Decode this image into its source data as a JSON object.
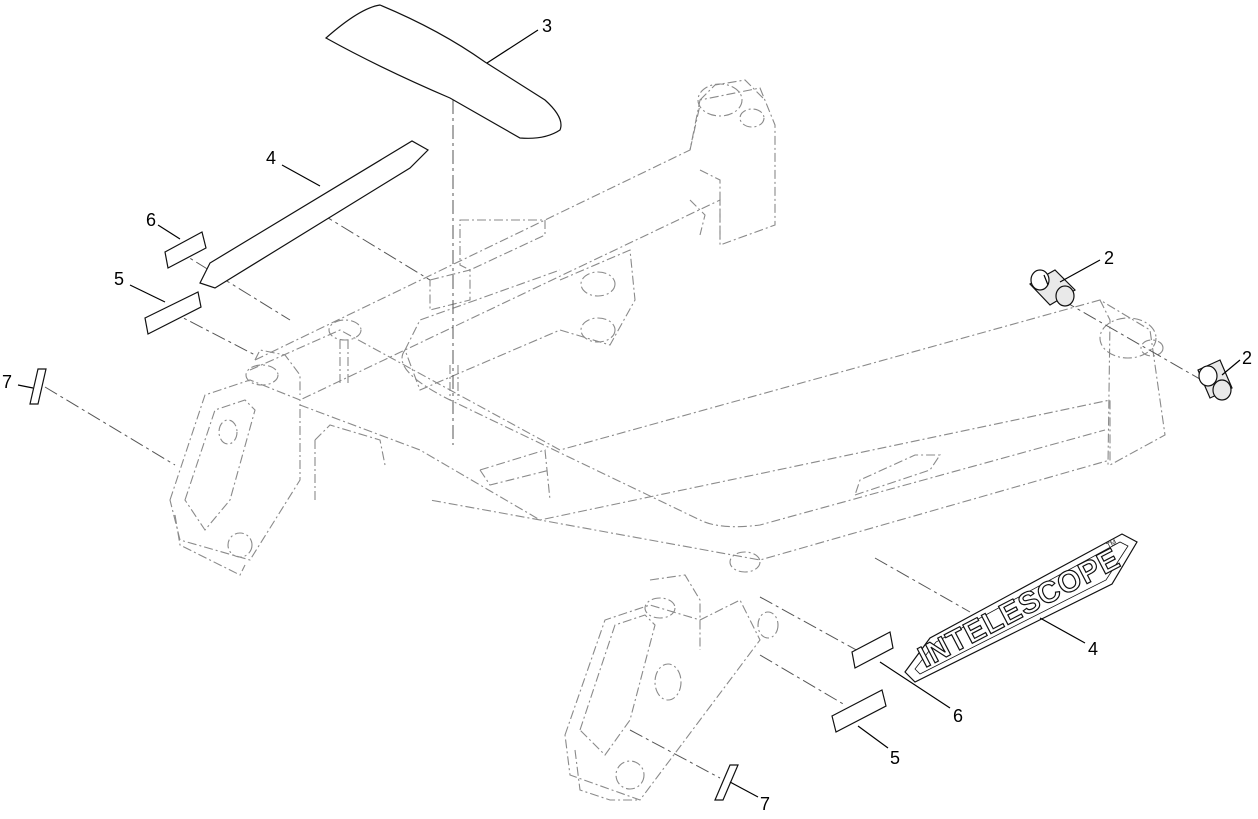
{
  "callouts": [
    {
      "id": "c3",
      "label": "3"
    },
    {
      "id": "c4a",
      "label": "4"
    },
    {
      "id": "c6a",
      "label": "6"
    },
    {
      "id": "c5a",
      "label": "5"
    },
    {
      "id": "c7a",
      "label": "7"
    },
    {
      "id": "c2a",
      "label": "2"
    },
    {
      "id": "c2b",
      "label": "2"
    },
    {
      "id": "c4b",
      "label": "4"
    },
    {
      "id": "c6b",
      "label": "6"
    },
    {
      "id": "c5b",
      "label": "5"
    },
    {
      "id": "c7b",
      "label": "7"
    }
  ],
  "decal": {
    "text": "INTELESCOPE",
    "trademark": "TM"
  }
}
